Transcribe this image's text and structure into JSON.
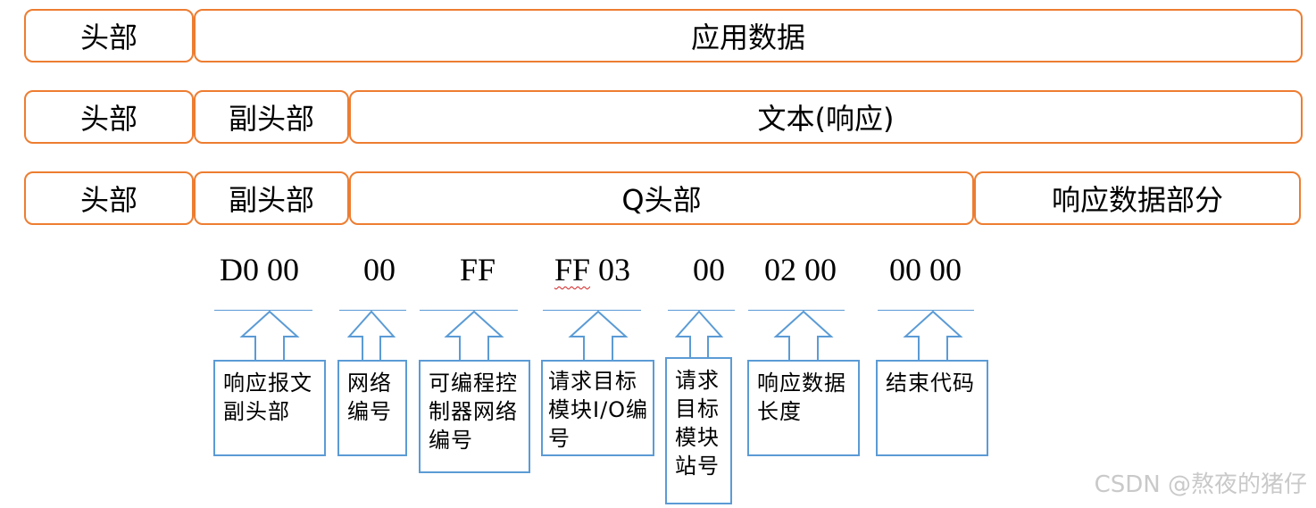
{
  "row1": {
    "header": "头部",
    "app_data": "应用数据"
  },
  "row2": {
    "header": "头部",
    "subheader": "副头部",
    "text": "文本(响应)"
  },
  "row3": {
    "header": "头部",
    "subheader": "副头部",
    "q_header": "Q头部",
    "response_data": "响应数据部分"
  },
  "hex_values": [
    "D0 00",
    "00",
    "FF",
    "FF 03",
    "00",
    "02 00",
    "00 00"
  ],
  "descriptions": [
    "响应报文\n副头部",
    "网络\n编号",
    "可编程控\n制器网络\n编号",
    "请求目标\n模块I/O编\n号",
    "请求\n目标\n模块\n站号",
    "响应数据\n长度",
    "结束代码"
  ],
  "watermark": "CSDN @熬夜的猪仔",
  "colors": {
    "segment_border": "#ED7D31",
    "arrow": "#5B9BD5"
  }
}
